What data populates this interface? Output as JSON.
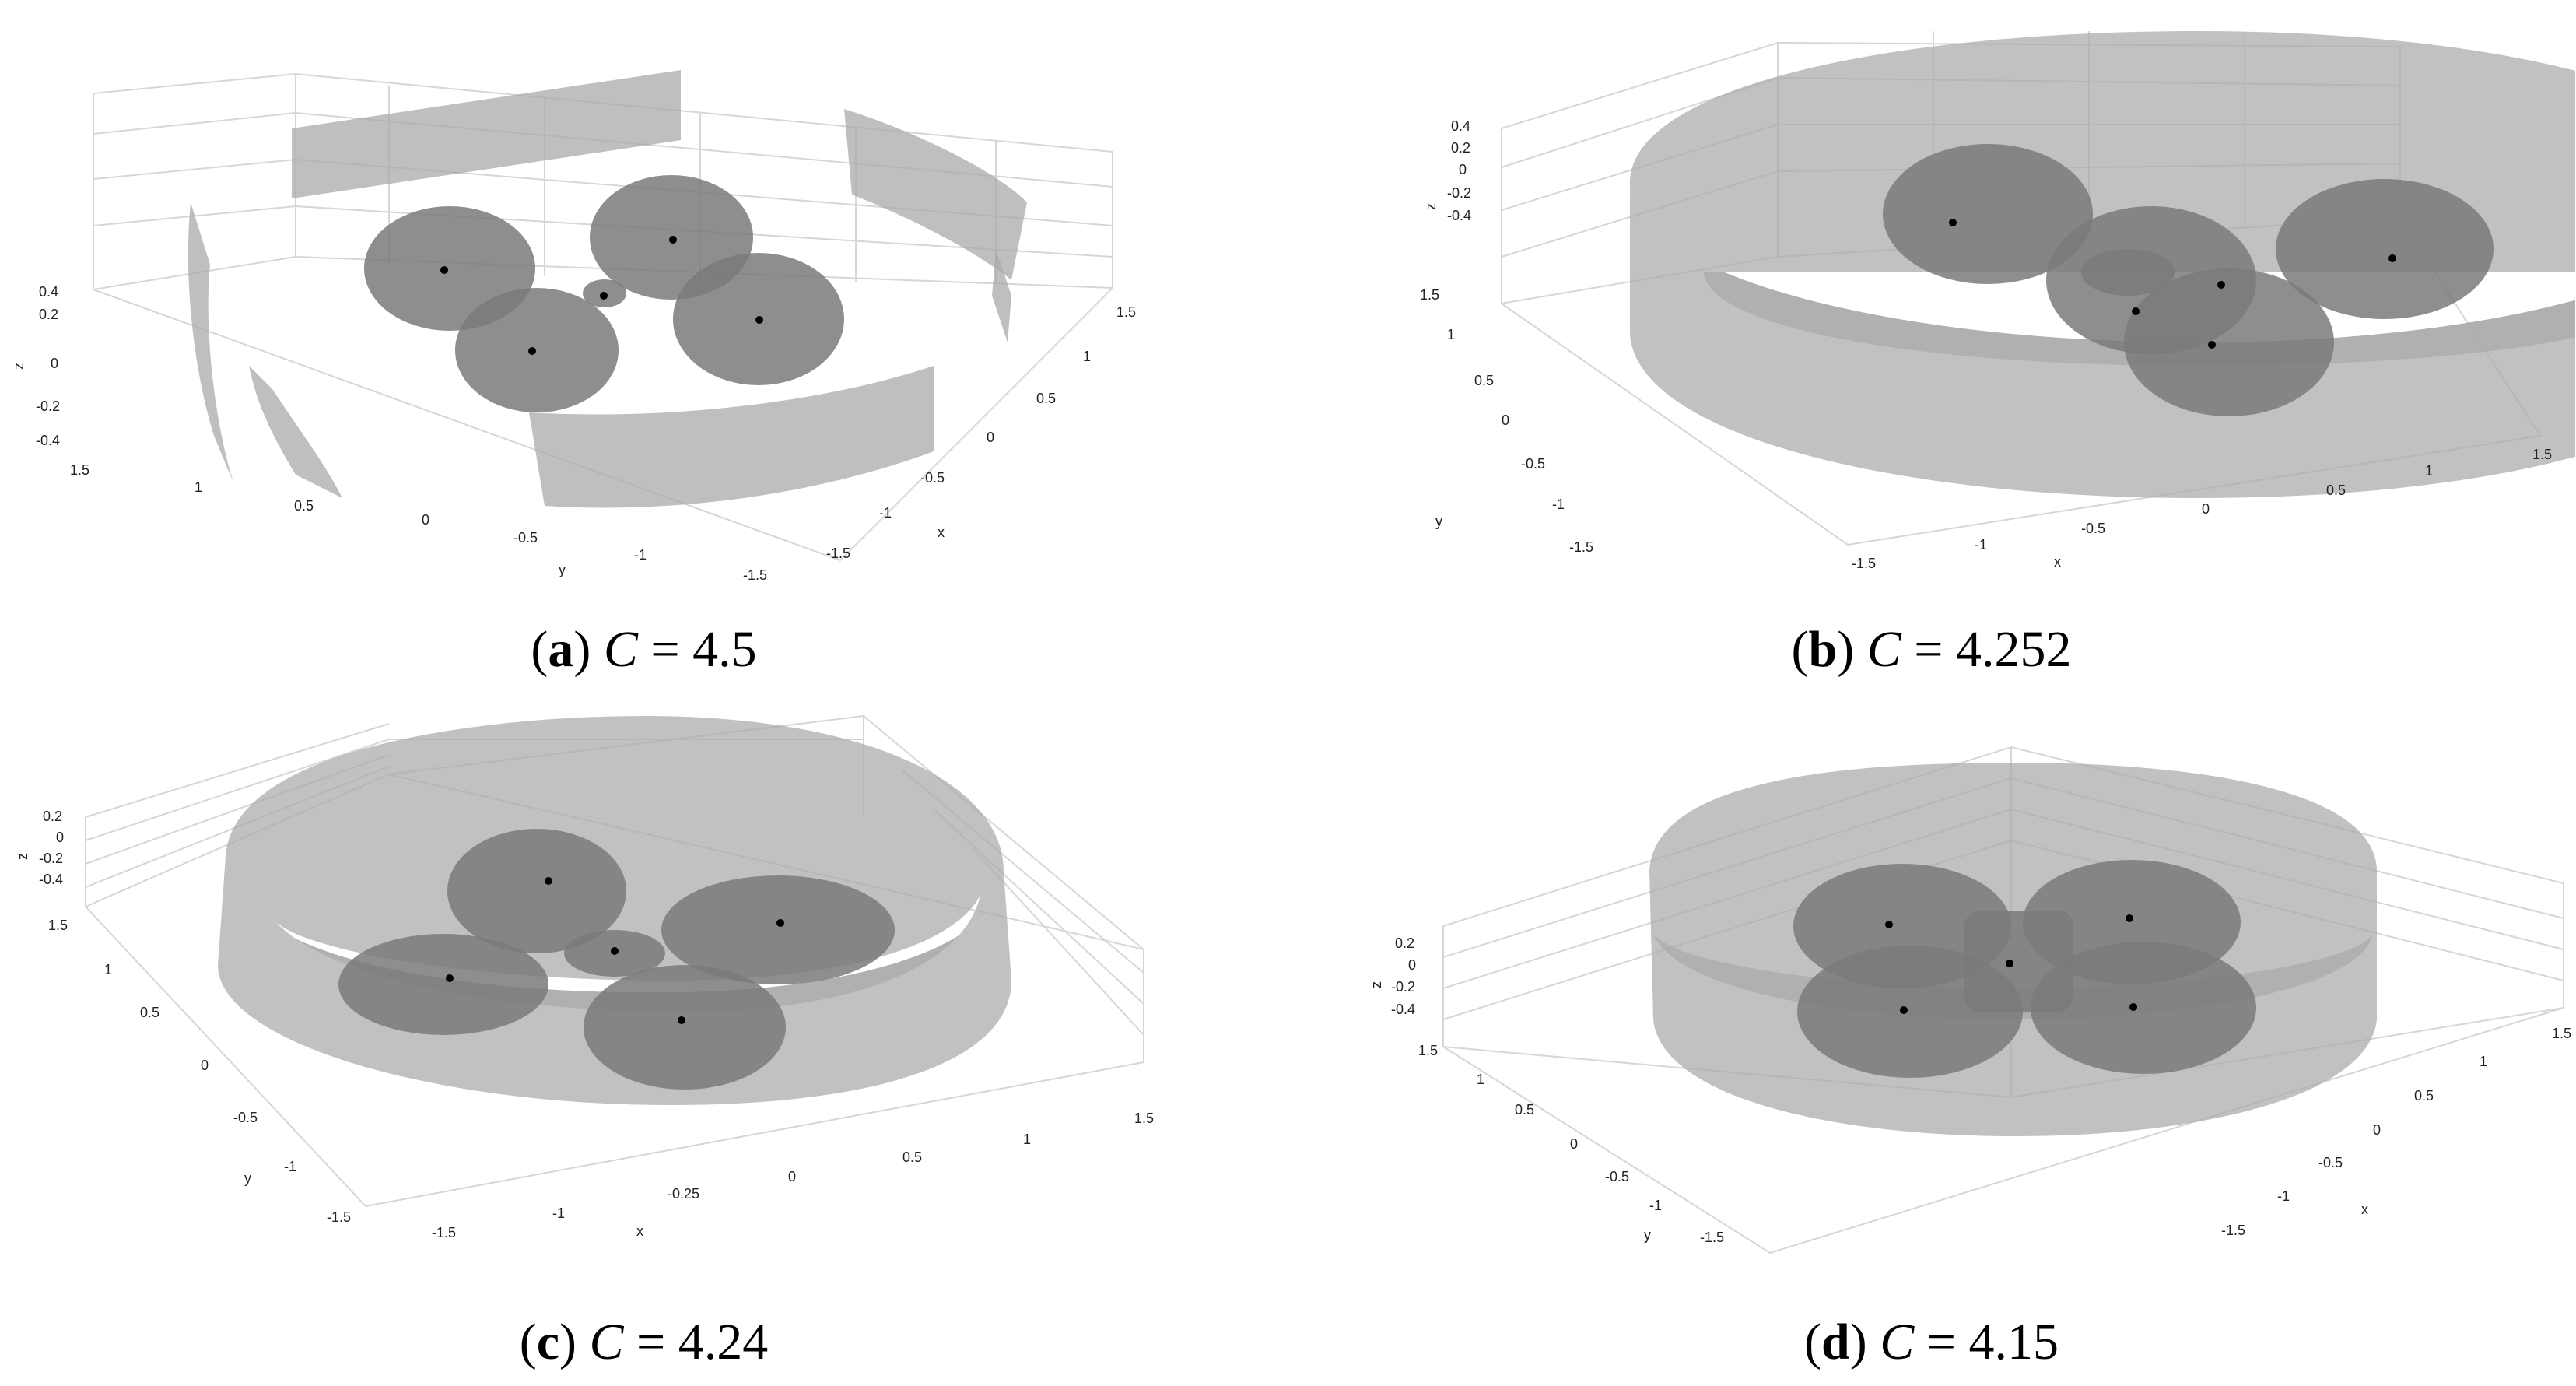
{
  "figure": {
    "panels": [
      {
        "id": "a",
        "caption": {
          "label": "(a)",
          "var": "C",
          "eq": " = ",
          "value": "4.5"
        },
        "axes": {
          "z_ticks": [
            "0.4",
            "0.2",
            "0",
            "-0.2",
            "-0.4"
          ],
          "y_ticks": [
            "1.5",
            "1",
            "0.5",
            "0",
            "-0.5",
            "-1",
            "-1.5"
          ],
          "x_ticks": [
            "1.5",
            "1",
            "0.5",
            "0",
            "-0.5",
            "-1",
            "-1.5"
          ],
          "x_label": "x",
          "y_label": "y",
          "z_label": "z"
        }
      },
      {
        "id": "b",
        "caption": {
          "label": "(b)",
          "var": "C",
          "eq": " = ",
          "value": "4.252"
        },
        "axes": {
          "z_ticks": [
            "0.4",
            "0.2",
            "0",
            "-0.2",
            "-0.4"
          ],
          "y_ticks": [
            "1.5",
            "1",
            "0.5",
            "0",
            "-0.5",
            "-1",
            "-1.5"
          ],
          "x_ticks": [
            "-1.5",
            "-1",
            "-0.5",
            "0",
            "0.5",
            "1",
            "1.5"
          ],
          "x_label": "x",
          "y_label": "y",
          "z_label": "z"
        }
      },
      {
        "id": "c",
        "caption": {
          "label": "(c)",
          "var": "C",
          "eq": " = ",
          "value": "4.24"
        },
        "axes": {
          "z_ticks": [
            "0.2",
            "0",
            "-0.2",
            "-0.4"
          ],
          "y_ticks": [
            "1.5",
            "1",
            "0.5",
            "0",
            "-0.5",
            "-1",
            "-1.5"
          ],
          "x_ticks": [
            "-1.5",
            "-1",
            "-0.25",
            "0",
            "0.5",
            "1",
            "1.5"
          ],
          "x_label": "x",
          "y_label": "y",
          "z_label": "z"
        }
      },
      {
        "id": "d",
        "caption": {
          "label": "(d)",
          "var": "C",
          "eq": " = ",
          "value": "4.15"
        },
        "axes": {
          "z_ticks": [
            "0.2",
            "0",
            "-0.2",
            "-0.4"
          ],
          "y_ticks": [
            "1.5",
            "1",
            "0.5",
            "0",
            "-0.5",
            "-1",
            "-1.5"
          ],
          "x_ticks": [
            "1.5",
            "1",
            "0.5",
            "0",
            "-0.5",
            "-1",
            "-1.5"
          ],
          "x_label": "x",
          "y_label": "y",
          "z_label": "z"
        }
      }
    ],
    "colors": {
      "band": "#a9a9a9",
      "region": "#7a7a7a",
      "point": "#000000",
      "grid": "#d6d6d6",
      "axis": "#444444"
    }
  }
}
